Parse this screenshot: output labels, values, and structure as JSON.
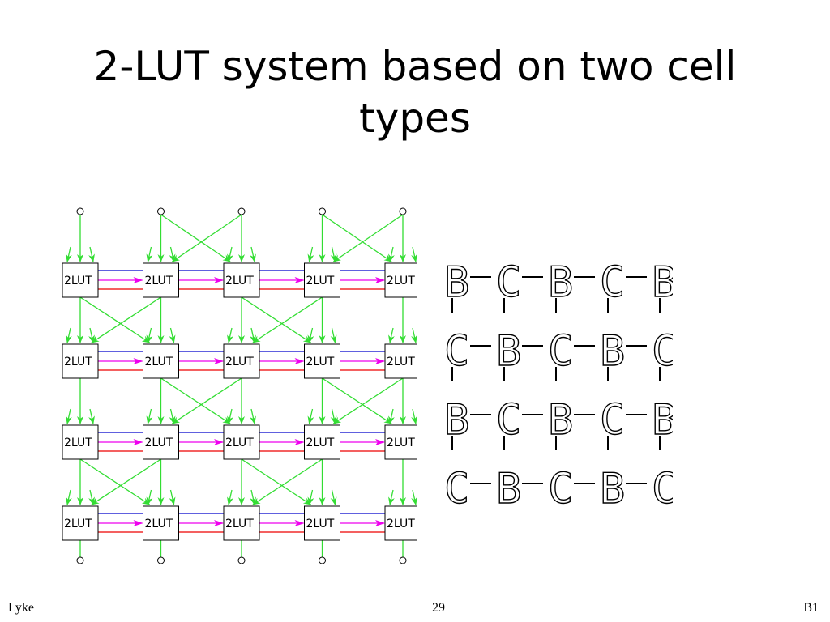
{
  "slide": {
    "title": "2-LUT system based on two cell types"
  },
  "lut_grid": {
    "rows": 4,
    "cols": 5,
    "cell_label": "2LUT",
    "colors": {
      "connection": "#33dd33",
      "forward_arrow": "#ee00ee",
      "top_line": "#0000cc",
      "bottom_line": "#ee0000",
      "box_border": "#000000"
    }
  },
  "cell_pattern": {
    "rows": [
      [
        "B",
        "C",
        "B",
        "C",
        "B"
      ],
      [
        "C",
        "B",
        "C",
        "B",
        "C"
      ],
      [
        "B",
        "C",
        "B",
        "C",
        "B"
      ],
      [
        "C",
        "B",
        "C",
        "B",
        "C"
      ]
    ]
  },
  "footer": {
    "author": "Lyke",
    "page_number": "29",
    "section": "B1"
  }
}
